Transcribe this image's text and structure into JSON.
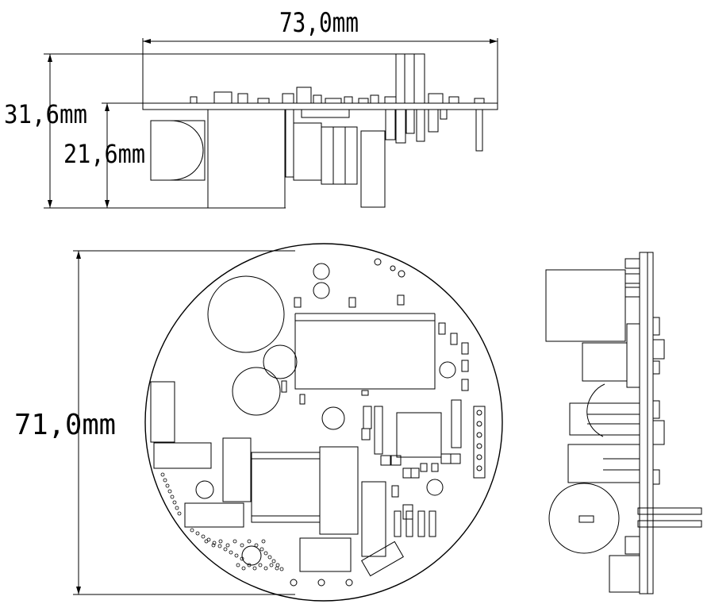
{
  "dimensions": {
    "width_top": "73,0mm",
    "total_height_side": "31,6mm",
    "component_height": "21,6mm",
    "diameter": "71,0mm"
  },
  "colors": {
    "line": "#000000",
    "background": "#ffffff"
  }
}
